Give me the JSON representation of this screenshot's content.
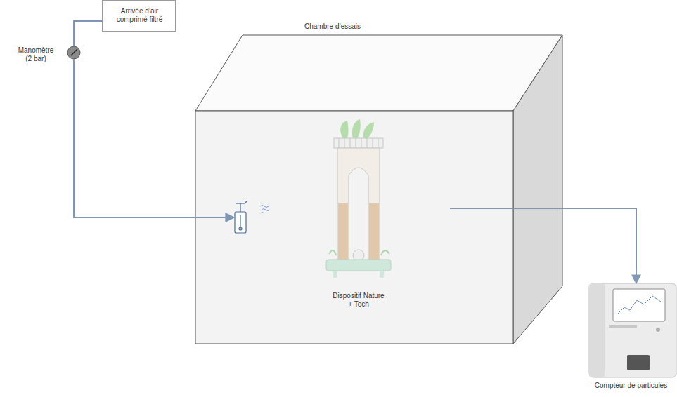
{
  "diagram": {
    "nodes": [
      {
        "text": [
          "Arrivée d’air comprimé filtré"
        ]
      },
      {
        "text": [
          "Manomètre (2 bar)"
        ]
      },
      {
        "text": [
          "Chambre d’essais"
        ]
      },
      {
        "text": [
          "Dispositif Nature + Tech"
        ],
        "in": 2
      },
      {
        "text": [
          "Compteur de particules"
        ]
      }
    ],
    "edges": [
      {
        "from": 0,
        "to": 1,
        "arrow": "none"
      },
      {
        "from": 1,
        "to": 2,
        "arrow": "to"
      },
      {
        "from": 2,
        "to": 4,
        "arrow": "to"
      }
    ]
  }
}
